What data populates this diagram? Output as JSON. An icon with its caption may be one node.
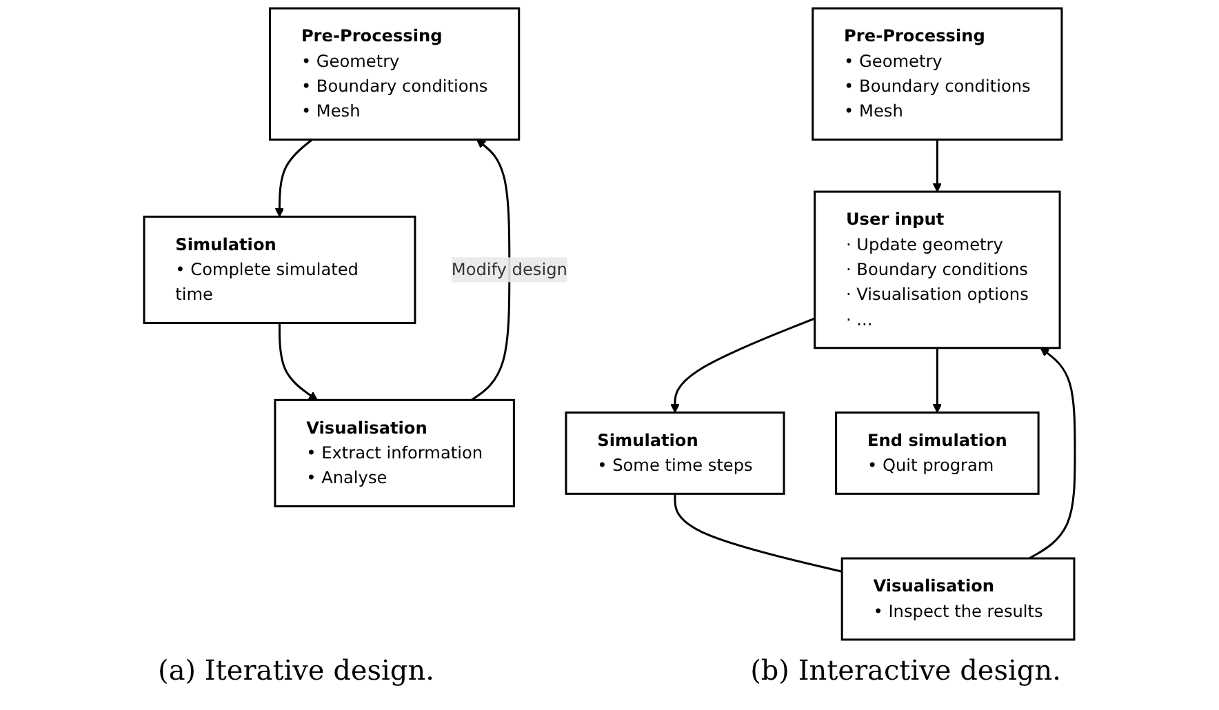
{
  "diagram": {
    "nodes": [
      {
        "text": [
          "Pre-Processing",
          "• Geometry",
          "• Boundary conditions",
          "• Mesh"
        ]
      },
      {
        "text": [
          "Simulation",
          "• Complete simulated time"
        ]
      },
      {
        "text": [
          "Visualisation",
          "• Extract information",
          "• Analyse"
        ]
      },
      {
        "text": [
          "Pre-Processing",
          "• Geometry",
          "• Boundary conditions",
          "• Mesh"
        ]
      },
      {
        "text": [
          "User input",
          "· Update geometry",
          "· Boundary conditions",
          "· Visualisation options",
          "· ..."
        ]
      },
      {
        "text": [
          "Simulation",
          "• Some time steps"
        ]
      },
      {
        "text": [
          "Visualisation",
          "• Inspect the results"
        ]
      },
      {
        "text": [
          "End simulation",
          "• Quit program"
        ]
      }
    ],
    "edges": [
      {
        "from": 0,
        "to": 1,
        "arrow": "to"
      },
      {
        "from": 1,
        "to": 2,
        "arrow": "to"
      },
      {
        "from": 2,
        "to": 0,
        "arrow": "to",
        "label": "Modify design"
      },
      {
        "from": 3,
        "to": 4,
        "arrow": "to"
      },
      {
        "from": 4,
        "to": 5,
        "arrow": "to"
      },
      {
        "from": 5,
        "to": 6,
        "arrow": "none"
      },
      {
        "from": 6,
        "to": 4,
        "arrow": "to"
      },
      {
        "from": 4,
        "to": 7,
        "arrow": "to"
      }
    ],
    "labels": [
      "(a) Iterative design.",
      "(b) Interactive design."
    ]
  }
}
